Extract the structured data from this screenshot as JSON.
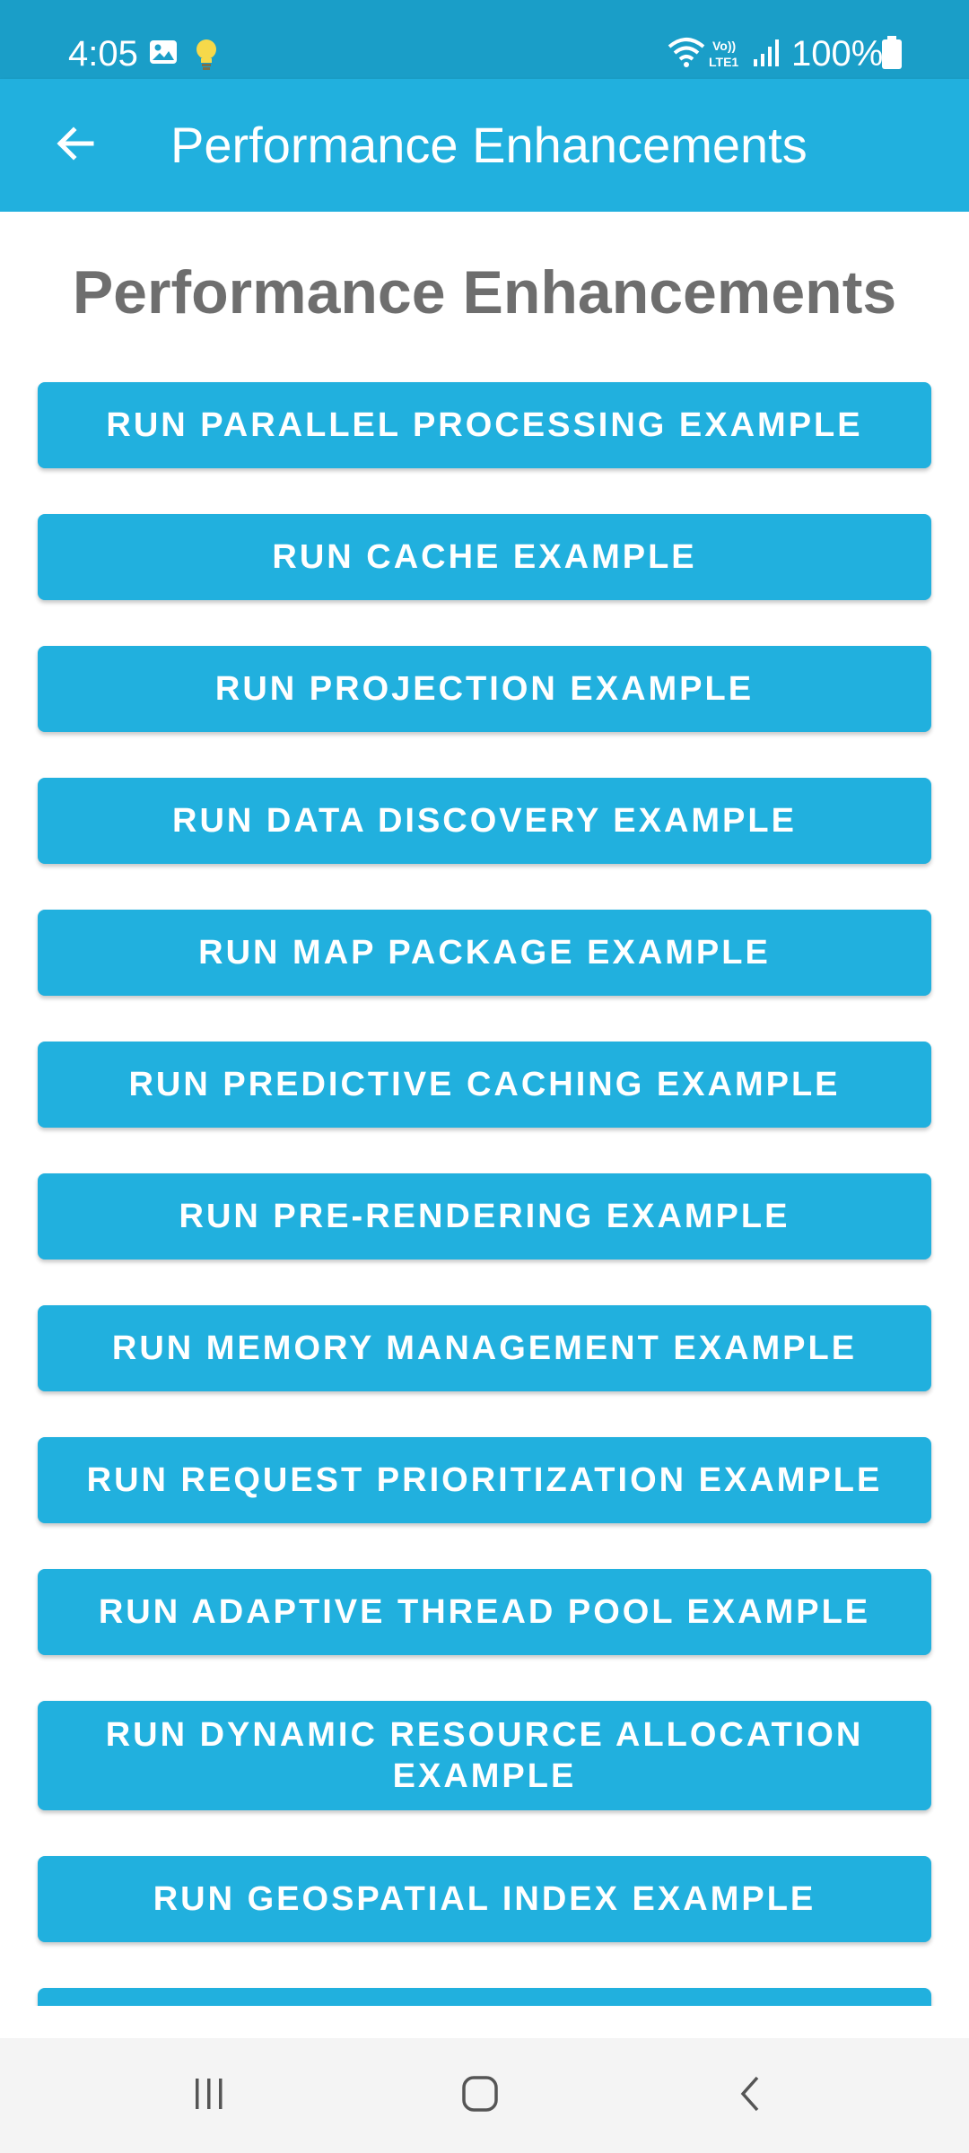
{
  "status_bar": {
    "time": "4:05",
    "battery_text": "100%",
    "icons": [
      "image-icon",
      "lightbulb-icon",
      "wifi-icon",
      "volte-icon",
      "signal-icon",
      "battery-icon"
    ]
  },
  "app_bar": {
    "title": "Performance Enhancements",
    "back_icon": "arrow-left-icon"
  },
  "page": {
    "heading": "Performance Enhancements"
  },
  "buttons": [
    {
      "label": "RUN PARALLEL PROCESSING EXAMPLE"
    },
    {
      "label": "RUN CACHE EXAMPLE"
    },
    {
      "label": "RUN PROJECTION EXAMPLE"
    },
    {
      "label": "RUN DATA DISCOVERY EXAMPLE"
    },
    {
      "label": "RUN MAP PACKAGE EXAMPLE"
    },
    {
      "label": "RUN PREDICTIVE CACHING EXAMPLE"
    },
    {
      "label": "RUN PRE-RENDERING EXAMPLE"
    },
    {
      "label": "RUN MEMORY MANAGEMENT EXAMPLE"
    },
    {
      "label": "RUN REQUEST PRIORITIZATION EXAMPLE"
    },
    {
      "label": "RUN ADAPTIVE THREAD POOL EXAMPLE"
    },
    {
      "label": "RUN DYNAMIC RESOURCE ALLOCATION EXAMPLE"
    },
    {
      "label": "RUN GEOSPATIAL INDEX EXAMPLE"
    },
    {
      "label": ""
    }
  ],
  "nav_bar": {
    "icons": [
      "recent-apps-icon",
      "home-icon",
      "back-icon"
    ]
  },
  "colors": {
    "status_bar": "#1a9ec8",
    "accent": "#21b0de",
    "heading_text": "#6e6e6e",
    "nav_bar": "#f4f4f4"
  }
}
